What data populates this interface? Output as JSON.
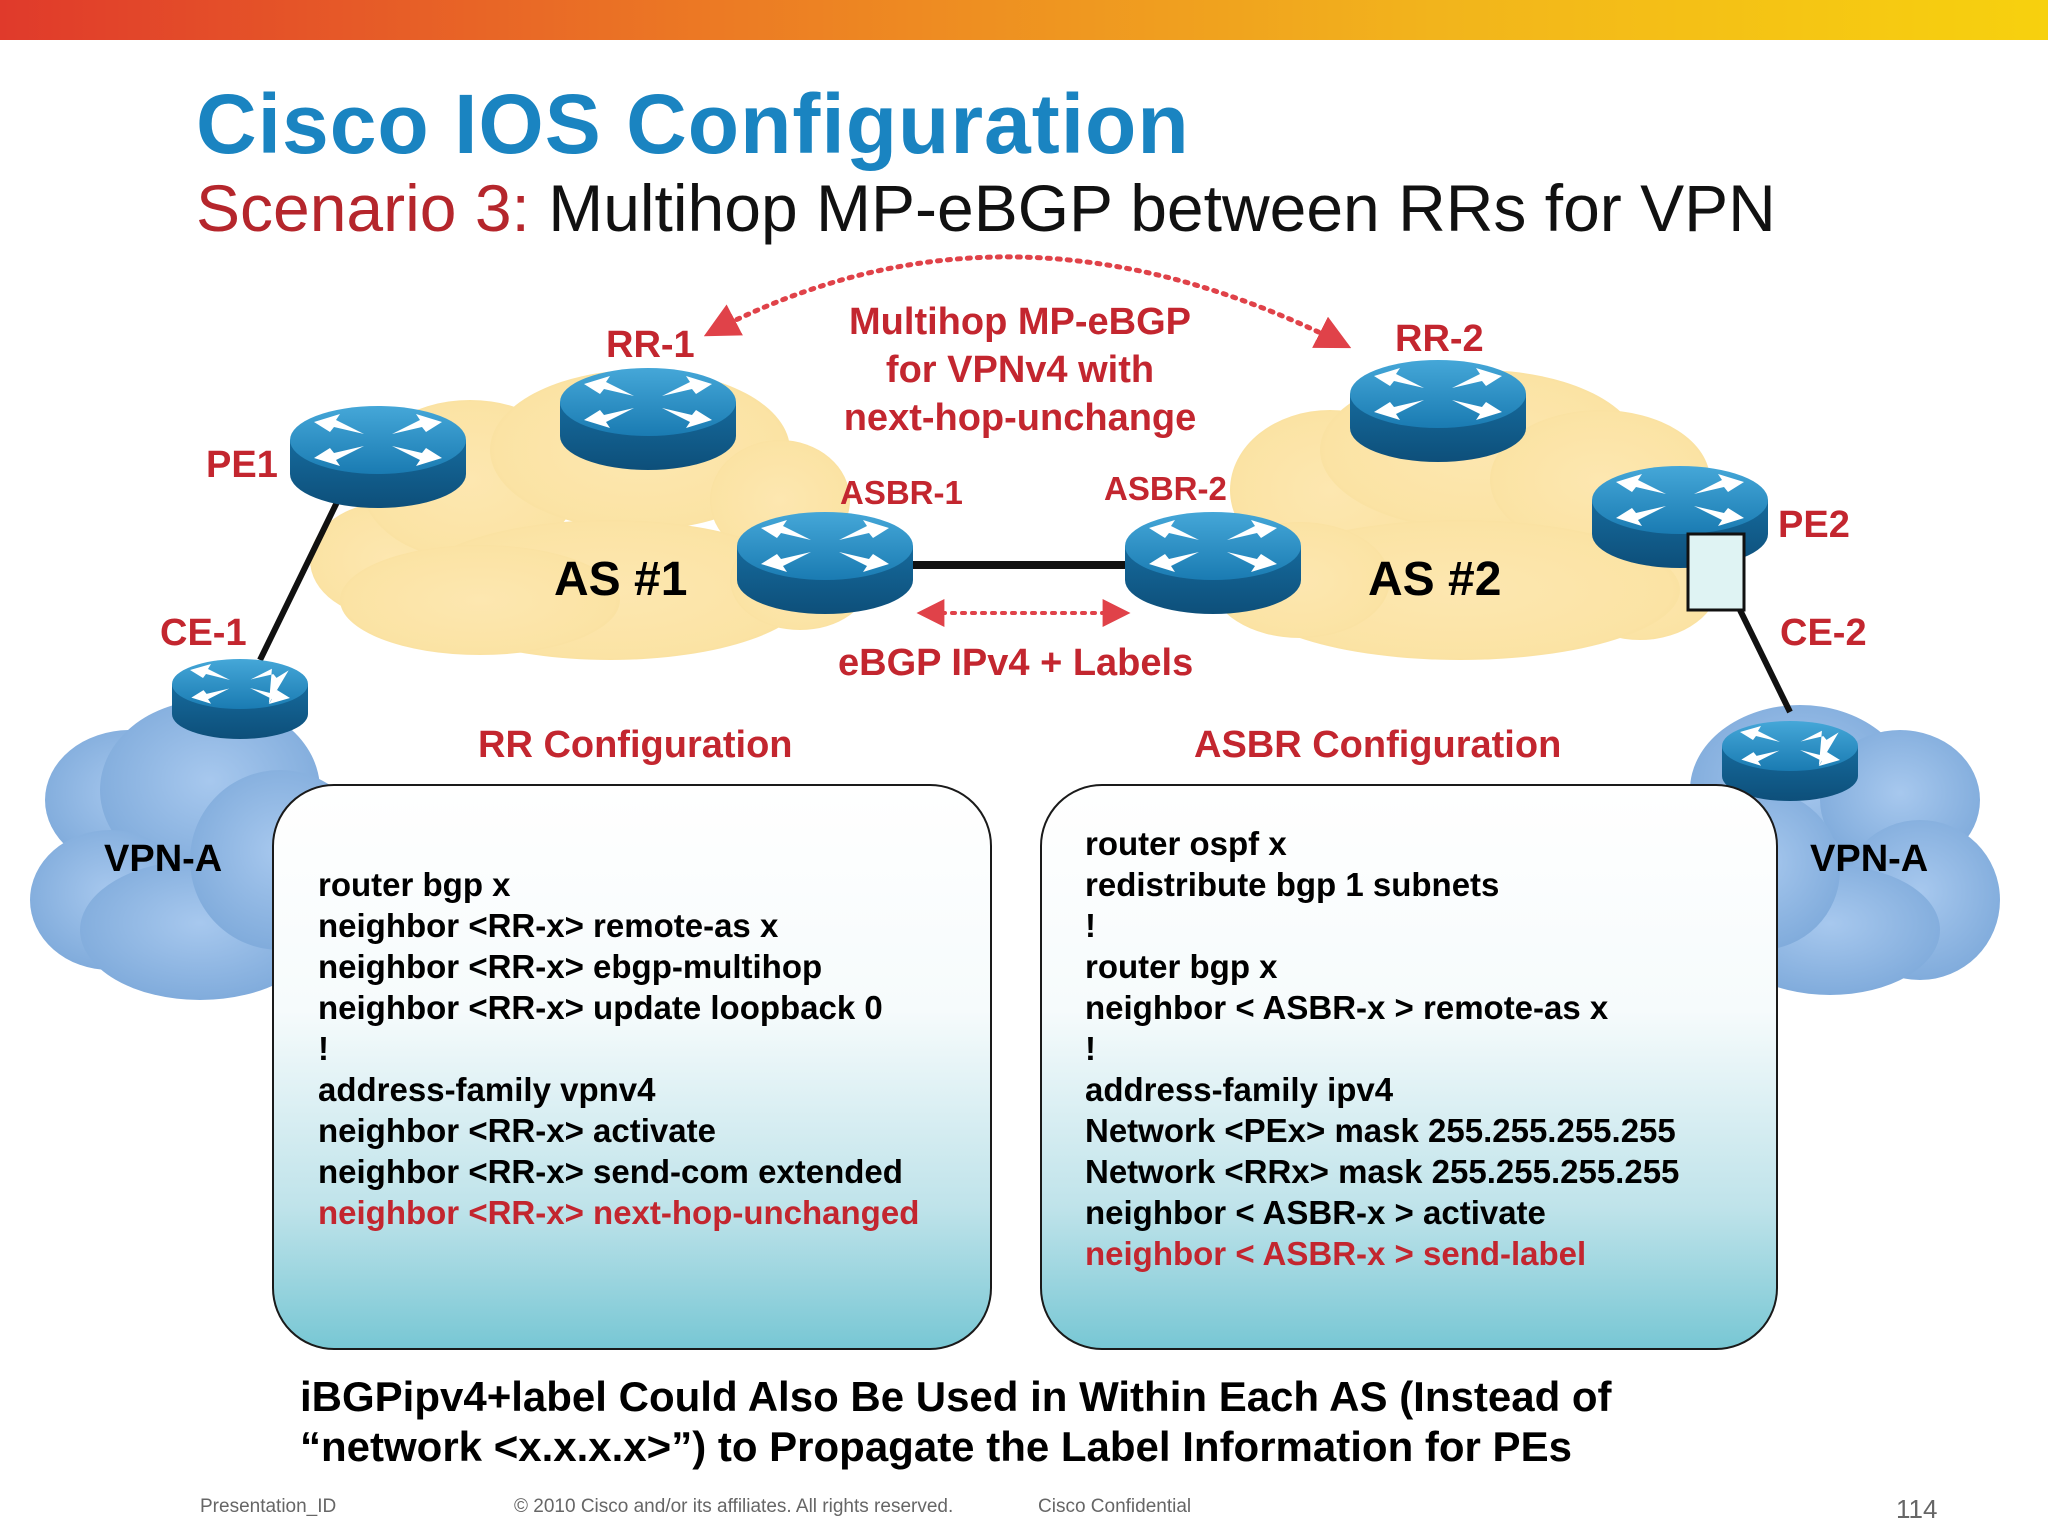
{
  "slide": {
    "title": "Cisco IOS Configuration",
    "subtitle_prefix": "Scenario 3:",
    "subtitle_text": " Multihop MP-eBGP between RRs for VPN"
  },
  "diagram": {
    "nodes": {
      "rr1": "RR-1",
      "rr2": "RR-2",
      "pe1": "PE1",
      "pe2": "PE2",
      "ce1": "CE-1",
      "ce2": "CE-2",
      "asbr1": "ASBR-1",
      "asbr2": "ASBR-2"
    },
    "as1": "AS #1",
    "as2": "AS #2",
    "vpn_left": "VPN-A",
    "vpn_right": "VPN-A",
    "multihop_lines": [
      "Multihop MP-eBGP",
      "for VPNv4 with",
      "next-hop-unchange"
    ],
    "ebgp_label": "eBGP IPv4 + Labels"
  },
  "rr_config": {
    "title": "RR Configuration",
    "lines": [
      "router bgp x",
      "neighbor <RR-x> remote-as x",
      "neighbor <RR-x> ebgp-multihop",
      "neighbor <RR-x> update loopback 0",
      "!",
      "address-family vpnv4",
      "neighbor <RR-x> activate",
      "neighbor <RR-x> send-com extended"
    ],
    "highlight": "neighbor <RR-x> next-hop-unchanged"
  },
  "asbr_config": {
    "title": "ASBR Configuration",
    "lines": [
      "router ospf x",
      "redistribute bgp 1 subnets",
      "!",
      "router bgp x",
      "neighbor < ASBR-x > remote-as x",
      "!",
      "address-family ipv4",
      "Network <PEx> mask 255.255.255.255",
      "Network <RRx> mask 255.255.255.255",
      "neighbor < ASBR-x > activate"
    ],
    "highlight": "neighbor < ASBR-x > send-label"
  },
  "bottom_note": {
    "line1": "iBGPipv4+label Could Also Be Used in Within Each AS (Instead of",
    "line2": "“network <x.x.x.x>”) to Propagate the Label Information for PEs"
  },
  "footer": {
    "presentation_id": "Presentation_ID",
    "copyright": "© 2010 Cisco and/or its affiliates. All rights reserved.",
    "confidential": "Cisco Confidential",
    "page": "114"
  },
  "colors": {
    "title_blue": "#1a84c1",
    "accent_red": "#c3262f",
    "router_blue": "#1d7fb4",
    "cloud_yellow": "#fce4a6",
    "cloud_blue": "#8cb4e2"
  }
}
